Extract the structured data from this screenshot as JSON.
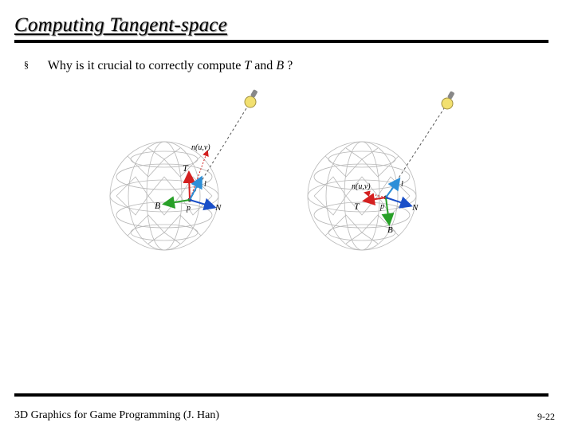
{
  "slide": {
    "title": "Computing Tangent-space",
    "bullet": {
      "icon": "square-bullet-icon",
      "text_before": "Why is it crucial to correctly compute ",
      "var_t": "T",
      "text_mid": " and ",
      "var_b": "B",
      "text_after": "?"
    }
  },
  "figure_left": {
    "labels": {
      "n": "n(u,v)",
      "t": "T",
      "l": "l",
      "b": "B",
      "p": "p",
      "nn": "N"
    }
  },
  "figure_right": {
    "labels": {
      "n": "n(u,v)",
      "l": "l",
      "t": "T",
      "p": "p",
      "nn": "N",
      "b": "B"
    }
  },
  "footer": {
    "course": "3D Graphics for Game Programming (J. Han)",
    "page": "9-22"
  },
  "colors": {
    "red": "#d42020",
    "green": "#28a028",
    "blue": "#1a4fc8",
    "cyan": "#2d8fd8",
    "mesh": "#b8b8b8",
    "bulb": "#f2e070"
  }
}
